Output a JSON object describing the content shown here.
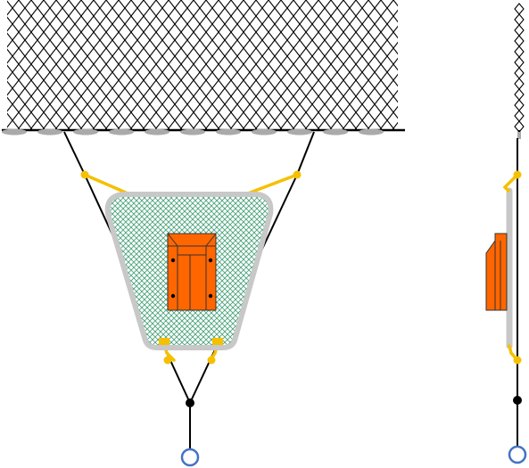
{
  "diagram": {
    "views": [
      {
        "id": "front-view",
        "orientation": "front"
      },
      {
        "id": "side-view",
        "orientation": "side"
      }
    ],
    "components": {
      "net_panel": {
        "mesh": "diamond",
        "color": "#000000"
      },
      "floats": {
        "count": 11,
        "color": "#aaaaaa"
      },
      "bridle_lines": {
        "color": "#000000"
      },
      "connector_lines": {
        "color": "#f5c000"
      },
      "shackles": {
        "color": "#f5c000"
      },
      "pouch": {
        "fill": "#4aa37c",
        "hatch": "cross",
        "border": "#c8c8c8"
      },
      "device": {
        "color": "#ff6600",
        "outline": "#333333"
      },
      "swivel": {
        "color": "#000000"
      },
      "attachment_ring": {
        "color": "#4472c4"
      }
    }
  }
}
